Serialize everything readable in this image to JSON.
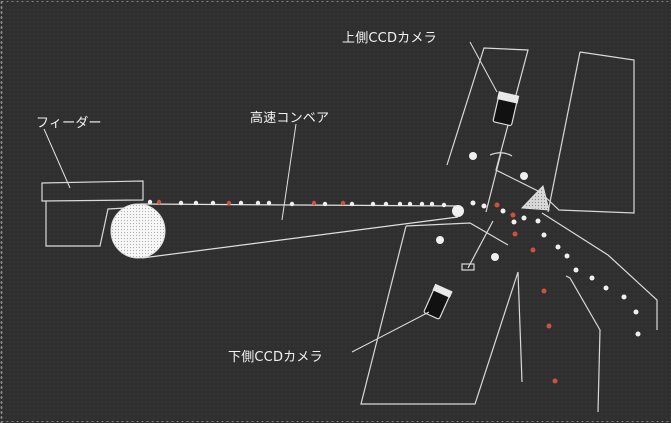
{
  "labels": {
    "upper_camera": "上側CCDカメラ",
    "conveyor": "高速コンベア",
    "feeder": "フィーダー",
    "lower_camera": "下側CCDカメラ"
  },
  "colors": {
    "background": "#2f2f2f",
    "line": "#d9d9d9",
    "white_dot": "#f0f0f0",
    "red_dot": "#d0503c",
    "camera_body": "#111111"
  }
}
